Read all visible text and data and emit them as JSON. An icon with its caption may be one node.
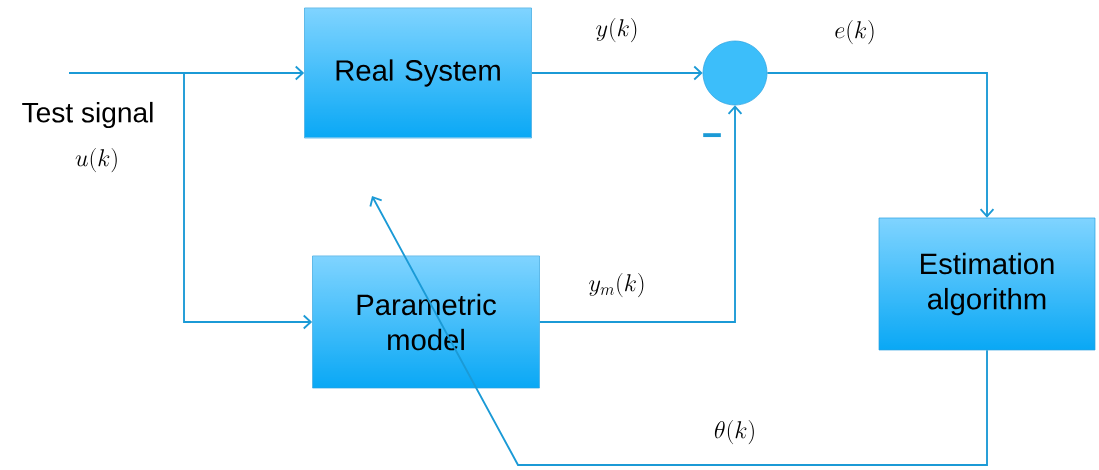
{
  "diagram": {
    "nodes": [
      {
        "text": [
          "Real System"
        ]
      },
      {
        "text": [],
        "shape": "circle"
      },
      {
        "text": [
          "Parametric model"
        ]
      },
      {
        "text": [
          "Estimation algorithm"
        ]
      }
    ],
    "edges": [
      {
        "from": null,
        "to": 0,
        "arrow": "to"
      },
      {
        "from": null,
        "to": 2,
        "arrow": "to"
      },
      {
        "from": 0,
        "to": 1,
        "arrow": "to",
        "label": "y(k)"
      },
      {
        "from": 2,
        "to": 1,
        "arrow": "to",
        "label": "y_m(k)"
      },
      {
        "from": 1,
        "to": 3,
        "arrow": "to",
        "label": "e(k)"
      },
      {
        "from": 3,
        "to": null,
        "arrow": "to",
        "label": "\\theta(k)"
      }
    ],
    "labels": [
      "Test signal",
      "u(k)",
      "−"
    ]
  }
}
